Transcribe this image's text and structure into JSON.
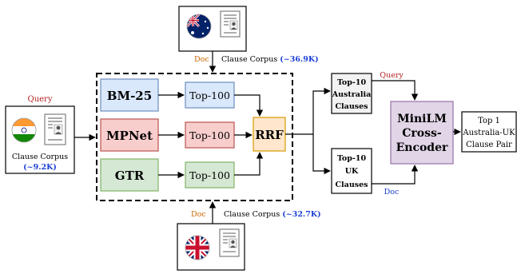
{
  "query_label": "Query",
  "doc_label": "Doc",
  "india_corpus": {
    "label": "Clause Corpus",
    "count": "(~9.2K)"
  },
  "australia_corpus": {
    "label": "Clause Corpus",
    "count": "(~36.9K)"
  },
  "uk_corpus": {
    "label": "Clause Corpus",
    "count": "(~32.7K)"
  },
  "retrievers": [
    "BM-25",
    "MPNet",
    "GTR"
  ],
  "topk_label": "Top-100",
  "fusion_label": "RRF",
  "australia_top": [
    "Top-10",
    "Australia",
    "Clauses"
  ],
  "uk_top": [
    "Top-10",
    "UK",
    "Clauses"
  ],
  "reranker": [
    "MiniLM",
    "Cross-",
    "Encoder"
  ],
  "output": [
    "Top 1",
    "Australia-UK",
    "Clause Pair"
  ],
  "colors": {
    "bm25_fill": "#dae8fc",
    "bm25_stroke": "#6c8ebf",
    "mpnet_fill": "#f8cecc",
    "mpnet_stroke": "#b85450",
    "gtr_fill": "#d5e8d4",
    "gtr_stroke": "#82b366",
    "rrf_fill": "#ffe6cc",
    "rrf_stroke": "#d79b00",
    "reranker_fill": "#e1d5e7",
    "reranker_stroke": "#9673a6",
    "query_text": "#b22222",
    "doc_text": "#cc6600",
    "count_text": "#1a3fd6"
  }
}
